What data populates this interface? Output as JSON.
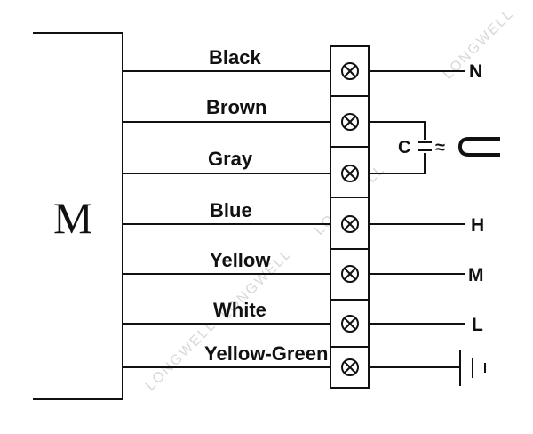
{
  "motor": {
    "label": "M"
  },
  "wires": [
    {
      "label": "Black"
    },
    {
      "label": "Brown"
    },
    {
      "label": "Gray"
    },
    {
      "label": "Blue"
    },
    {
      "label": "Yellow"
    },
    {
      "label": "White"
    },
    {
      "label": "Yellow-Green"
    }
  ],
  "outputs": {
    "n": "N",
    "h": "H",
    "m": "M",
    "l": "L"
  },
  "capacitor": {
    "label": "C",
    "ac_symbol": "≈"
  },
  "colors": {
    "line": "#111111",
    "watermark": "#d8d8d8"
  },
  "icons": [
    "terminal-screw-icon",
    "capacitor-icon",
    "ac-symbol-icon",
    "u-shape-icon",
    "ground-icon"
  ],
  "watermark": {
    "text": "LONGWELL"
  }
}
